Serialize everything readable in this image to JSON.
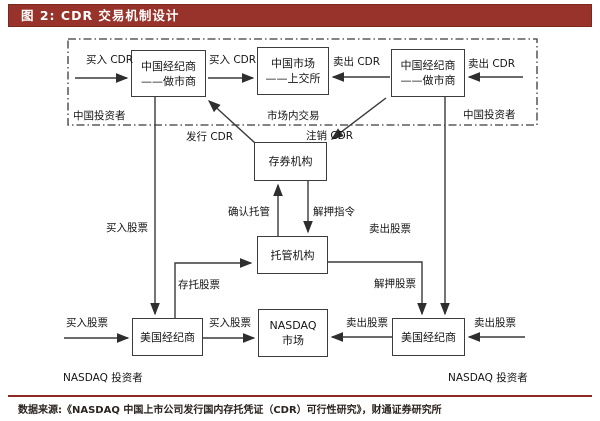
{
  "header": {
    "title": "图 2:  CDR 交易机制设计"
  },
  "footer": {
    "source": "数据来源:《NASDAQ 中国上市公司发行国内存托凭证（CDR）可行性研究》，财通证券研究所"
  },
  "colors": {
    "header_bg": "#97332a",
    "bottom_rule": "#8c2a21",
    "line": "#3a3a3a"
  },
  "diagram": {
    "boxes": {
      "cn_broker_left": {
        "line1": "中国经纪商",
        "line2": "——做市商"
      },
      "cn_market": {
        "line1": "中国市场",
        "line2": "——上交所"
      },
      "cn_broker_right": {
        "line1": "中国经纪商",
        "line2": "——做市商"
      },
      "depository": {
        "label": "存券机构"
      },
      "custodian": {
        "label": "托管机构"
      },
      "us_broker_left": {
        "label": "美国经纪商"
      },
      "nasdaq_market": {
        "line1": "NASDAQ",
        "line2": "市场"
      },
      "us_broker_right": {
        "label": "美国经纪商"
      }
    },
    "labels": {
      "buy_cdr_outer": "买入 CDR",
      "buy_cdr_inner": "买入 CDR",
      "sell_cdr_inner": "卖出 CDR",
      "sell_cdr_outer": "卖出 CDR",
      "cn_investor_left": "中国投资者",
      "market_internal_trading": "市场内交易",
      "cn_investor_right": "中国投资者",
      "issue_cdr": "发行 CDR",
      "cancel_cdr": "注销 CDR",
      "buy_stock_mid": "买入股票",
      "sell_stock_mid": "卖出股票",
      "confirm_custody": "确认托管",
      "release_instruction": "解押指令",
      "deposit_stock": "存托股票",
      "release_stock": "解押股票",
      "buy_stock_outer": "买入股票",
      "buy_stock_inner": "买入股票",
      "sell_stock_inner": "卖出股票",
      "sell_stock_outer": "卖出股票",
      "nasdaq_investor_left": "NASDAQ 投资者",
      "nasdaq_investor_right": "NASDAQ 投资者"
    }
  }
}
